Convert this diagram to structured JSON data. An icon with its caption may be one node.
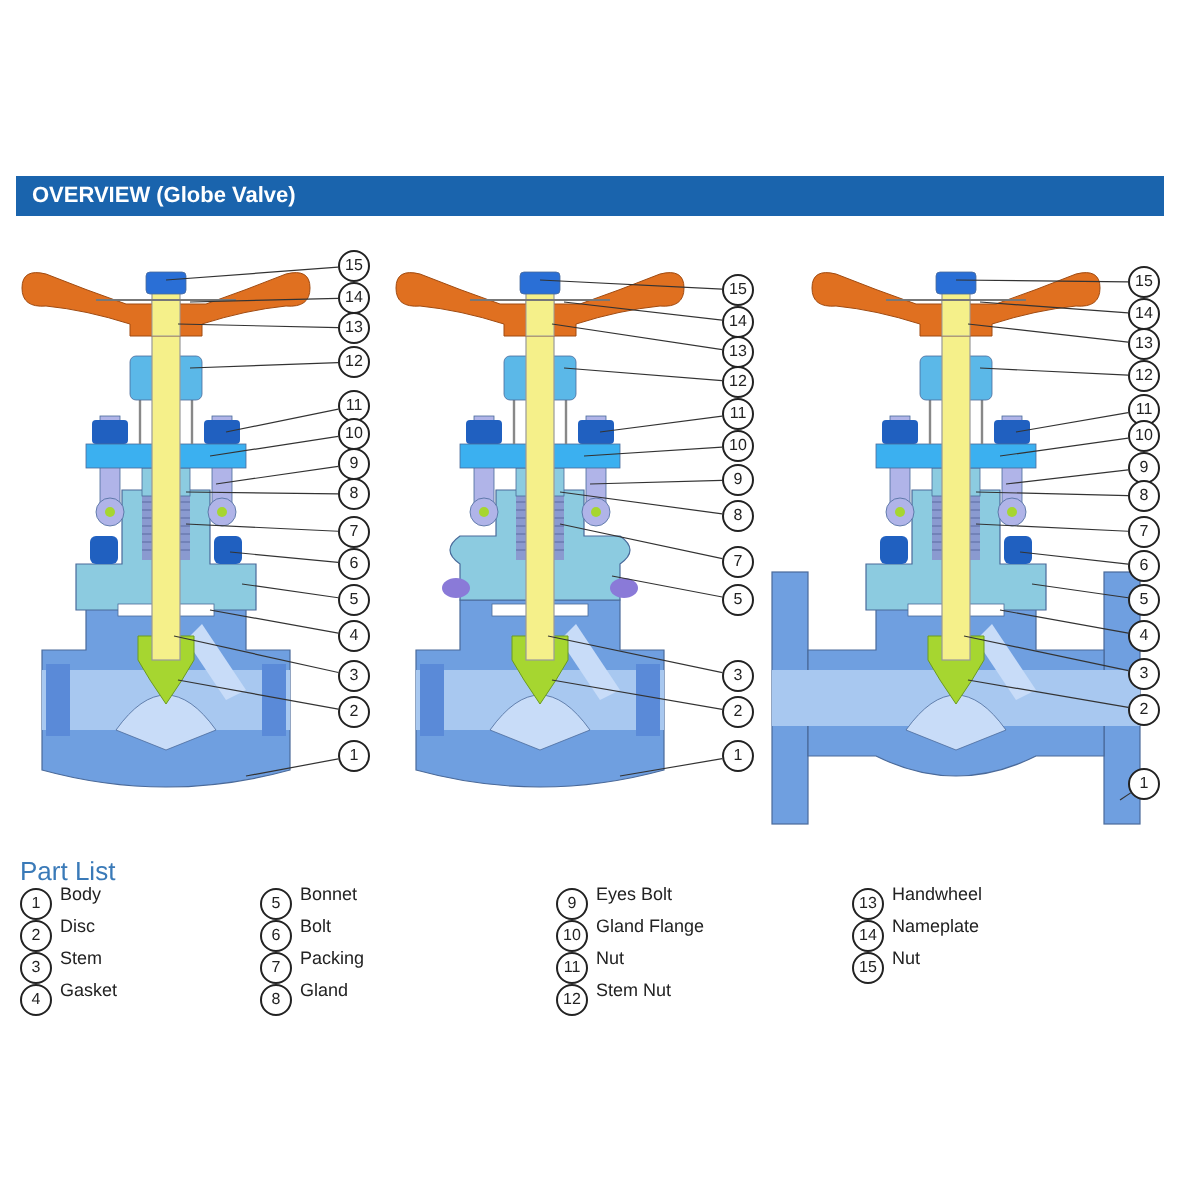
{
  "diagram": {
    "title": "OVERVIEW (Globe Valve)",
    "nodes": [
      {
        "text": [
          "15"
        ]
      },
      {
        "text": [
          "14"
        ]
      },
      {
        "text": [
          "13"
        ]
      },
      {
        "text": [
          "12"
        ]
      },
      {
        "text": [
          "11"
        ]
      },
      {
        "text": [
          "10"
        ]
      },
      {
        "text": [
          "9"
        ]
      },
      {
        "text": [
          "8"
        ]
      },
      {
        "text": [
          "7"
        ]
      },
      {
        "text": [
          "6"
        ]
      },
      {
        "text": [
          "5"
        ]
      },
      {
        "text": [
          "4"
        ]
      },
      {
        "text": [
          "3"
        ]
      },
      {
        "text": [
          "2"
        ]
      },
      {
        "text": [
          "1"
        ]
      },
      {
        "text": [
          "15"
        ]
      },
      {
        "text": [
          "14"
        ]
      },
      {
        "text": [
          "13"
        ]
      },
      {
        "text": [
          "12"
        ]
      },
      {
        "text": [
          "11"
        ]
      },
      {
        "text": [
          "10"
        ]
      },
      {
        "text": [
          "9"
        ]
      },
      {
        "text": [
          "8"
        ]
      },
      {
        "text": [
          "7"
        ]
      },
      {
        "text": [
          "5"
        ]
      },
      {
        "text": [
          "3"
        ]
      },
      {
        "text": [
          "2"
        ]
      },
      {
        "text": [
          "1"
        ]
      },
      {
        "text": [
          "15"
        ]
      },
      {
        "text": [
          "14"
        ]
      },
      {
        "text": [
          "13"
        ]
      },
      {
        "text": [
          "12"
        ]
      },
      {
        "text": [
          "11"
        ]
      },
      {
        "text": [
          "10"
        ]
      },
      {
        "text": [
          "9"
        ]
      },
      {
        "text": [
          "8"
        ]
      },
      {
        "text": [
          "7"
        ]
      },
      {
        "text": [
          "6"
        ]
      },
      {
        "text": [
          "5"
        ]
      },
      {
        "text": [
          "4"
        ]
      },
      {
        "text": [
          "3"
        ]
      },
      {
        "text": [
          "2"
        ]
      },
      {
        "text": [
          "1"
        ]
      },
      {
        "text": [
          "1"
        ],
        "beside": [
          "Body"
        ]
      },
      {
        "text": [
          "2"
        ],
        "beside": [
          "Disc"
        ]
      },
      {
        "text": [
          "3"
        ],
        "beside": [
          "Stem"
        ]
      },
      {
        "text": [
          "4"
        ],
        "beside": [
          "Gasket"
        ]
      },
      {
        "text": [
          "5"
        ],
        "beside": [
          "Bonnet"
        ]
      },
      {
        "text": [
          "6"
        ],
        "beside": [
          "Bolt"
        ]
      },
      {
        "text": [
          "7"
        ],
        "beside": [
          "Packing"
        ]
      },
      {
        "text": [
          "8"
        ],
        "beside": [
          "Gland"
        ]
      },
      {
        "text": [
          "9"
        ],
        "beside": [
          "Eyes Bolt"
        ]
      },
      {
        "text": [
          "10"
        ],
        "beside": [
          "Gland Flange"
        ]
      },
      {
        "text": [
          "11"
        ],
        "beside": [
          "Nut"
        ]
      },
      {
        "text": [
          "12"
        ],
        "beside": [
          "Stem Nut"
        ]
      },
      {
        "text": [
          "13"
        ],
        "beside": [
          "Handwheel"
        ]
      },
      {
        "text": [
          "14"
        ],
        "beside": [
          "Nameplate"
        ]
      },
      {
        "text": [
          "15"
        ],
        "beside": [
          "Nut"
        ]
      }
    ],
    "edges": [
      {
        "from": 0,
        "to": null,
        "arrow": "none"
      },
      {
        "from": 1,
        "to": null,
        "arrow": "none"
      },
      {
        "from": 2,
        "to": null,
        "arrow": "none"
      },
      {
        "from": 3,
        "to": null,
        "arrow": "none"
      },
      {
        "from": 4,
        "to": null,
        "arrow": "none"
      },
      {
        "from": 5,
        "to": null,
        "arrow": "none"
      },
      {
        "from": 6,
        "to": null,
        "arrow": "none"
      },
      {
        "from": 7,
        "to": null,
        "arrow": "none"
      },
      {
        "from": 8,
        "to": null,
        "arrow": "none"
      },
      {
        "from": 9,
        "to": null,
        "arrow": "none"
      },
      {
        "from": 10,
        "to": null,
        "arrow": "none"
      },
      {
        "from": 11,
        "to": null,
        "arrow": "none"
      },
      {
        "from": 12,
        "to": null,
        "arrow": "none"
      },
      {
        "from": 13,
        "to": null,
        "arrow": "none"
      },
      {
        "from": 14,
        "to": null,
        "arrow": "none"
      },
      {
        "from": 15,
        "to": null,
        "arrow": "none"
      },
      {
        "from": 16,
        "to": null,
        "arrow": "none"
      },
      {
        "from": 17,
        "to": null,
        "arrow": "none"
      },
      {
        "from": 18,
        "to": null,
        "arrow": "none"
      },
      {
        "from": 19,
        "to": null,
        "arrow": "none"
      },
      {
        "from": 20,
        "to": null,
        "arrow": "none"
      },
      {
        "from": 21,
        "to": null,
        "arrow": "none"
      },
      {
        "from": 22,
        "to": null,
        "arrow": "none"
      },
      {
        "from": 23,
        "to": null,
        "arrow": "none"
      },
      {
        "from": 24,
        "to": null,
        "arrow": "none"
      },
      {
        "from": 25,
        "to": null,
        "arrow": "none"
      },
      {
        "from": 26,
        "to": null,
        "arrow": "none"
      },
      {
        "from": 27,
        "to": null,
        "arrow": "none"
      },
      {
        "from": 28,
        "to": null,
        "arrow": "none"
      },
      {
        "from": 29,
        "to": null,
        "arrow": "none"
      },
      {
        "from": 30,
        "to": null,
        "arrow": "none"
      },
      {
        "from": 31,
        "to": null,
        "arrow": "none"
      },
      {
        "from": 32,
        "to": null,
        "arrow": "none"
      },
      {
        "from": 33,
        "to": null,
        "arrow": "none"
      },
      {
        "from": 34,
        "to": null,
        "arrow": "none"
      },
      {
        "from": 35,
        "to": null,
        "arrow": "none"
      },
      {
        "from": 36,
        "to": null,
        "arrow": "none"
      },
      {
        "from": 37,
        "to": null,
        "arrow": "none"
      },
      {
        "from": 38,
        "to": null,
        "arrow": "none"
      },
      {
        "from": 39,
        "to": null,
        "arrow": "none"
      },
      {
        "from": 40,
        "to": null,
        "arrow": "none"
      },
      {
        "from": 41,
        "to": null,
        "arrow": "none"
      },
      {
        "from": 42,
        "to": null,
        "arrow": "none"
      }
    ],
    "labels": [
      "Part List"
    ]
  }
}
